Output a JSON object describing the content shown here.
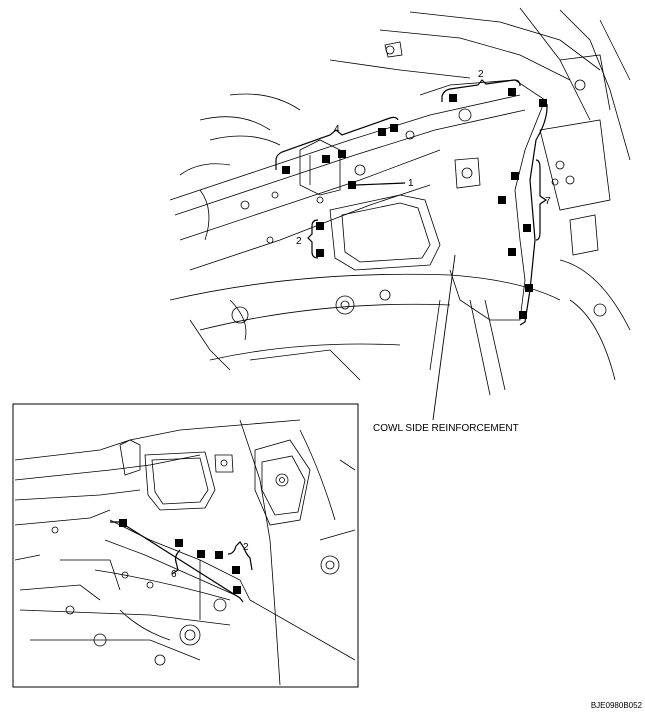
{
  "labels": {
    "callout_main": "COWL SIDE REINFORCEMENT",
    "figure_code": "BJE0980B052",
    "num_1": "1",
    "num_2_top": "2",
    "num_2_left": "2",
    "num_4": "4",
    "num_7": "7",
    "num_2_inset": "2",
    "num_6_inset": "6"
  },
  "colors": {
    "line": "#000000",
    "background": "#ffffff"
  }
}
